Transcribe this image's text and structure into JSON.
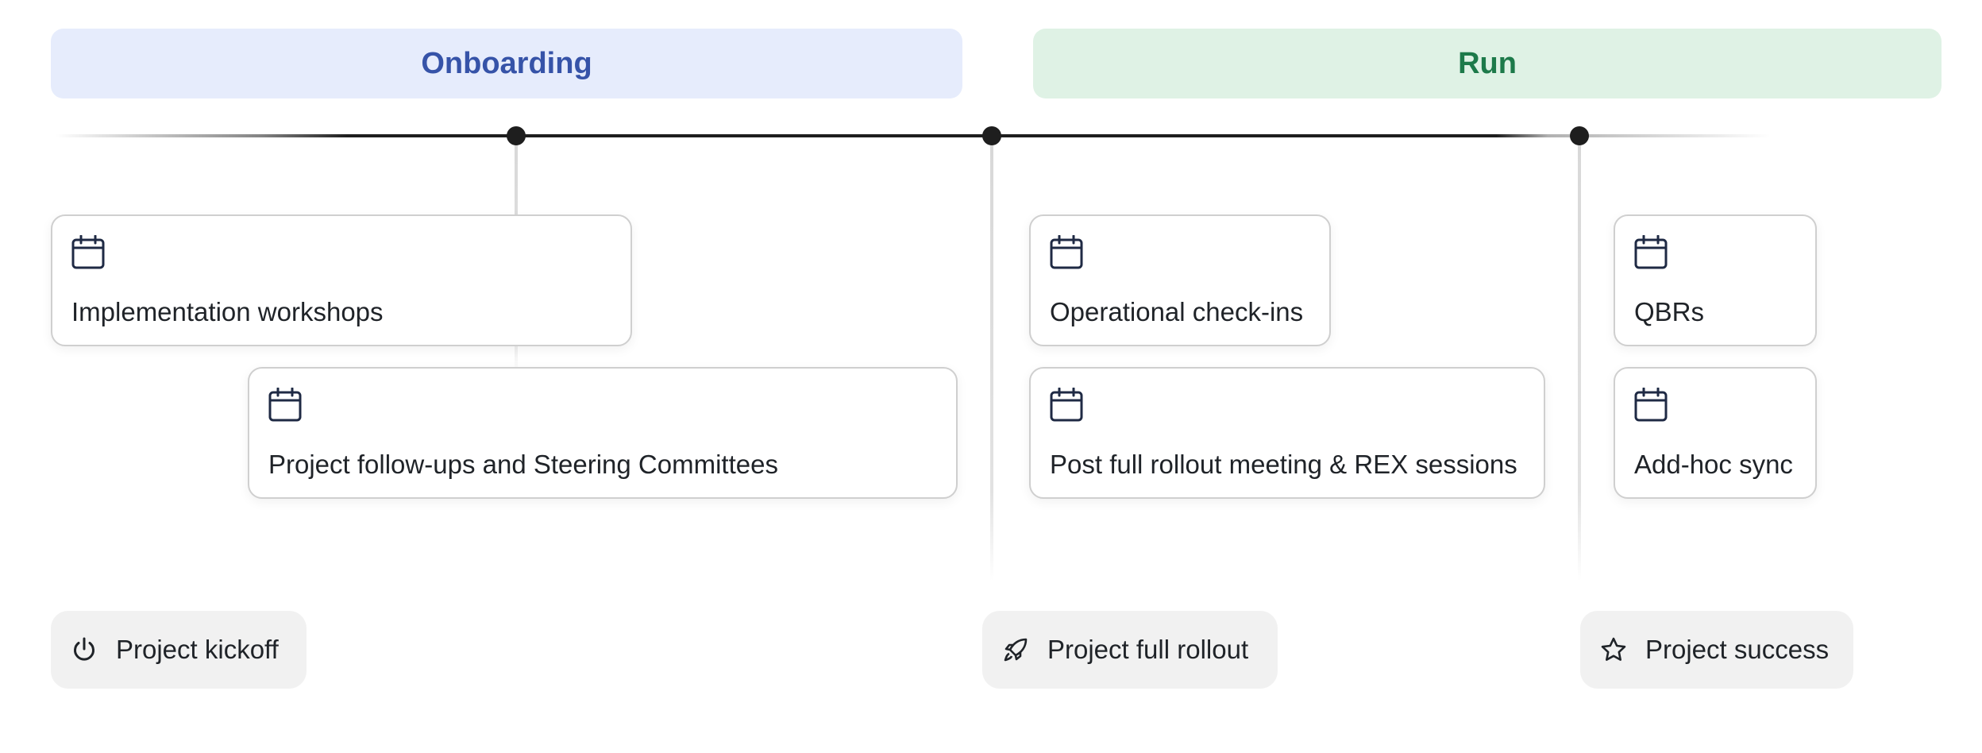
{
  "phases": {
    "onboarding": "Onboarding",
    "run": "Run"
  },
  "activities": [
    {
      "label": "Implementation workshops",
      "icon": "calendar-icon"
    },
    {
      "label": "Project follow-ups and Steering Committees",
      "icon": "calendar-icon"
    },
    {
      "label": "Operational check-ins",
      "icon": "calendar-icon"
    },
    {
      "label": "Post full rollout meeting & REX sessions",
      "icon": "calendar-icon"
    },
    {
      "label": "QBRs",
      "icon": "calendar-icon"
    },
    {
      "label": "Add-hoc sync",
      "icon": "calendar-icon"
    }
  ],
  "milestones": [
    {
      "label": "Project kickoff",
      "icon": "power-icon"
    },
    {
      "label": "Project full rollout",
      "icon": "rocket-icon"
    },
    {
      "label": "Project success",
      "icon": "star-icon"
    }
  ],
  "colors": {
    "onboarding_bg": "#e6ecfc",
    "onboarding_text": "#3653a8",
    "run_bg": "#dff2e5",
    "run_text": "#1d7a4a",
    "timeline": "#1e1e1e"
  }
}
